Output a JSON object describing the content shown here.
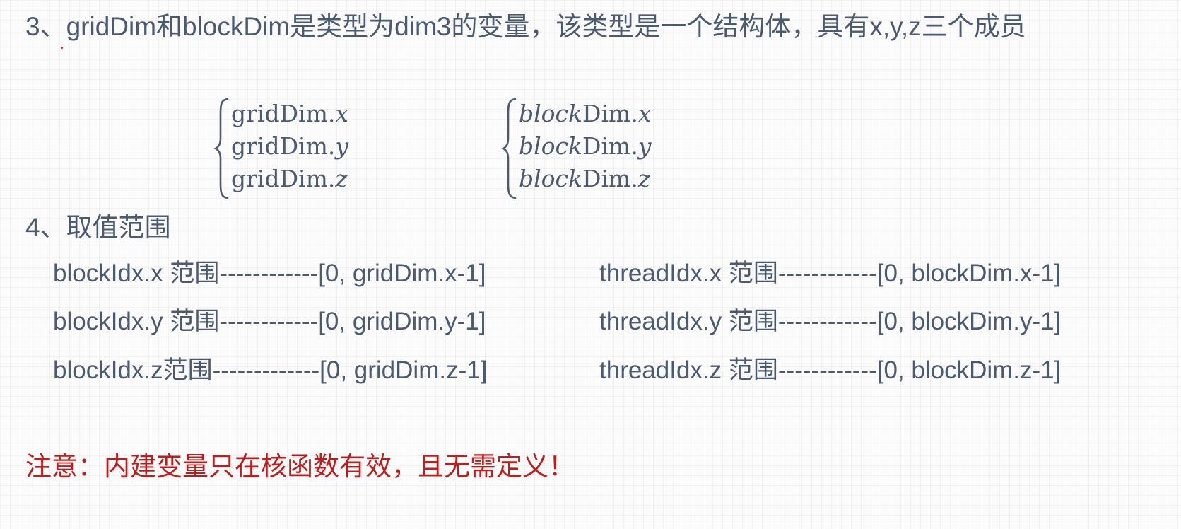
{
  "heading3": "3、gridDim和blockDim是类型为dim3的变量，该类型是一个结构体，具有x,y,z三个成员",
  "grid_group": [
    {
      "prefix": "gridDim.",
      "var": "x"
    },
    {
      "prefix": "gridDim.",
      "var": "y"
    },
    {
      "prefix": "gridDim.",
      "var": "z"
    }
  ],
  "block_group": [
    {
      "italic": "block",
      "prefix": "Dim.",
      "var": "x"
    },
    {
      "italic": "block",
      "prefix": "Dim.",
      "var": "y"
    },
    {
      "italic": "block",
      "prefix": "Dim.",
      "var": "z"
    }
  ],
  "heading4": "4、取值范围",
  "ranges": {
    "block": [
      "blockIdx.x 范围------------[0, gridDim.x-1]",
      "blockIdx.y 范围------------[0, gridDim.y-1]",
      "blockIdx.z范围-------------[0, gridDim.z-1]"
    ],
    "thread": [
      "threadIdx.x 范围------------[0, blockDim.x-1]",
      "threadIdx.y 范围------------[0, blockDim.y-1]",
      "threadIdx.z 范围------------[0, blockDim.z-1]"
    ]
  },
  "note": "注意：内建变量只在核函数有效，且无需定义！",
  "colors": {
    "text": "#4a5a73",
    "note": "#c41a1a",
    "background": "#fbfbfb"
  }
}
